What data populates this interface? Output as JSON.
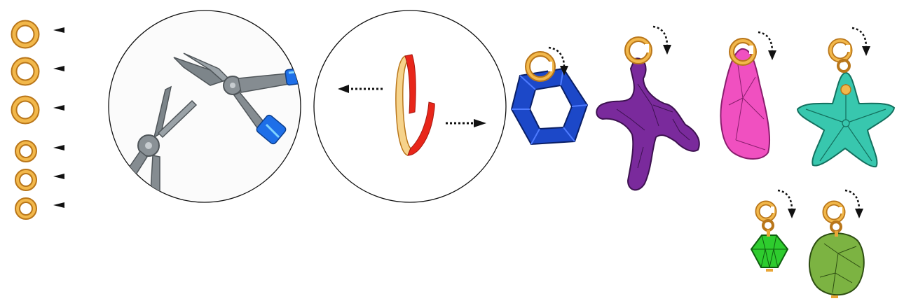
{
  "figure": {
    "title": "",
    "ring_sizes": [
      "large",
      "large",
      "large",
      "small",
      "small",
      "small"
    ],
    "palette": {
      "gold": "#E9A637",
      "gold_dark": "#B9761A",
      "ring_open_red": "#E8261A",
      "ring_cut_face": "#F6D38B",
      "pliers_metal": "#8C9499",
      "pliers_handle": "#1E6FE8",
      "bead_blue": "#1C48C8",
      "bead_purple": "#7A2A9C",
      "bead_pink": "#F050C0",
      "bead_teal": "#38C7AE",
      "bead_green_crystal": "#2ECC2E",
      "bead_green_nugget": "#7CB342",
      "outline": "#1a1a1a"
    },
    "steps": [
      {
        "name": "ring-sizes-legend",
        "icon": "jump-ring-icon"
      },
      {
        "name": "pliers-detail",
        "icon": "pliers-icon"
      },
      {
        "name": "open-ring-detail",
        "icon": "open-ring-icon"
      },
      {
        "name": "attach-square-bead",
        "icon": "square-bead-icon"
      },
      {
        "name": "attach-coral-branch",
        "icon": "coral-branch-icon"
      },
      {
        "name": "attach-pink-drop",
        "icon": "pink-drop-icon"
      },
      {
        "name": "attach-starfish",
        "icon": "starfish-icon"
      },
      {
        "name": "attach-green-crystal",
        "icon": "green-crystal-icon"
      },
      {
        "name": "attach-green-nugget",
        "icon": "green-nugget-icon"
      }
    ]
  }
}
